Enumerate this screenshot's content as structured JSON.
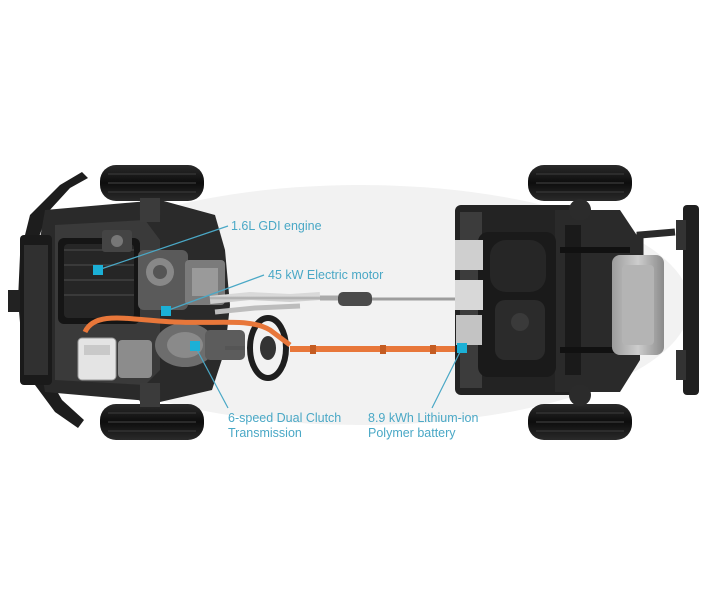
{
  "callouts": {
    "engine": {
      "text": "1.6L GDI engine"
    },
    "motor": {
      "text": "45 kW Electric motor"
    },
    "transmission": {
      "line1": "6-speed Dual Clutch",
      "line2": "Transmission"
    },
    "battery": {
      "line1": "8.9 kWh Lithium-ion",
      "line2": "Polymer battery"
    }
  },
  "colors": {
    "callout": "#4aa8c6",
    "marker": "#1bb0d6",
    "high_voltage_cable": "#e8773a",
    "chassis": "#1b1b1b",
    "tire": "#151515"
  }
}
